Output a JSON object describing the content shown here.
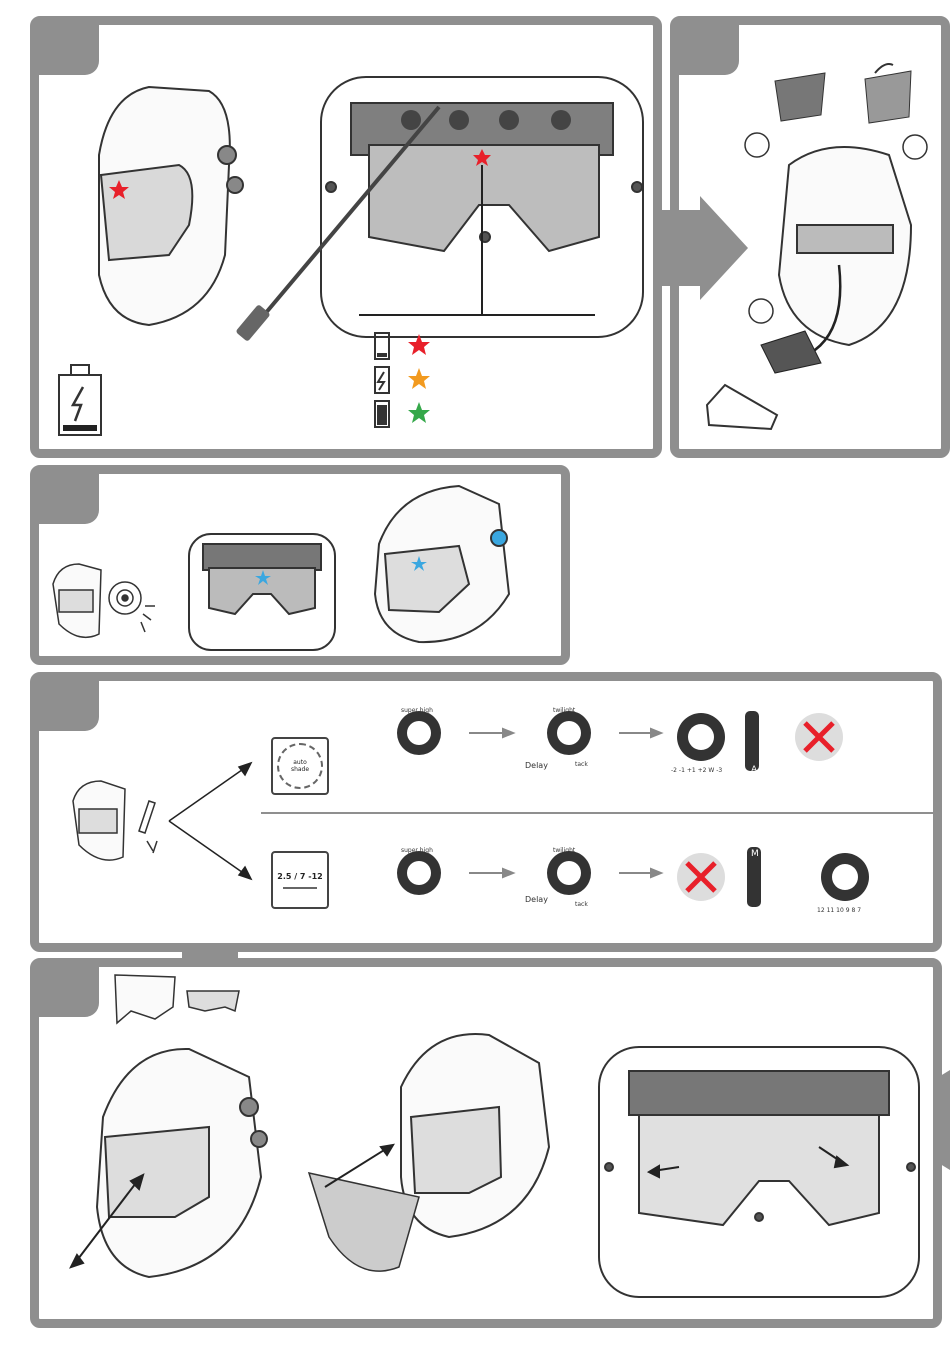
{
  "colors": {
    "frame": "#8f8f8f",
    "led_red": "#e8202a",
    "led_orange": "#f29a1f",
    "led_green": "#35a84a",
    "led_blue": "#3aa7e0"
  },
  "panel3": {
    "dial1_label": "super high",
    "dial2_label_top": "twilight",
    "dial2_label_bottom": "tack",
    "delay_label": "Delay",
    "auto_button_label": "auto\nshade",
    "manual_button_label": "2.5 / 7 -12",
    "shade_switch_auto": "A",
    "shade_switch_manual": "M",
    "auto_ring_ticks": [
      "-2",
      "-1",
      "+1",
      "+2",
      "W",
      "-3"
    ],
    "manual_ring_ticks": [
      "12",
      "11",
      "10",
      "9",
      "8",
      "7"
    ]
  },
  "icons": [
    "battery-charging-icon",
    "battery-low-icon",
    "battery-full-icon",
    "star-led-icon",
    "usb-cable-icon",
    "helmet-icon",
    "grinding-disc-icon",
    "welding-torch-icon",
    "arrow-icon",
    "cross-icon",
    "cover-lens-icon"
  ]
}
